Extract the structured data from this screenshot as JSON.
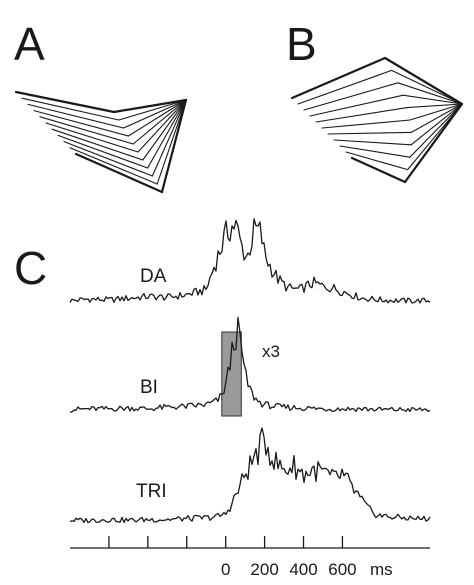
{
  "panels": {
    "a": {
      "letter": "A"
    },
    "b": {
      "letter": "B"
    },
    "c": {
      "letter": "C"
    }
  },
  "chart_data": {
    "type": "line",
    "xlabel": "ms",
    "x_ticks": [
      -600,
      -400,
      -200,
      0,
      200,
      400,
      600
    ],
    "x_tick_labels": [
      {
        "value": 0,
        "label": "0"
      },
      {
        "value": 200,
        "label": "200"
      },
      {
        "value": 400,
        "label": "400"
      },
      {
        "value": 600,
        "label": "600"
      }
    ],
    "x_unit_label": "ms",
    "xlim": [
      -800,
      1050
    ],
    "grid": false,
    "series": [
      {
        "name": "DA",
        "times": [
          -800,
          -700,
          -600,
          -500,
          -400,
          -300,
          -200,
          -100,
          -60,
          -20,
          0,
          20,
          50,
          80,
          110,
          150,
          180,
          200,
          230,
          270,
          320,
          380,
          450,
          500,
          550,
          600,
          650,
          700,
          800,
          900,
          1000,
          1050
        ],
        "amplitude": [
          0.05,
          0.07,
          0.06,
          0.08,
          0.1,
          0.09,
          0.12,
          0.18,
          0.45,
          0.7,
          0.82,
          0.9,
          0.95,
          0.7,
          0.55,
          0.9,
          0.85,
          0.6,
          0.45,
          0.3,
          0.2,
          0.18,
          0.26,
          0.22,
          0.2,
          0.16,
          0.12,
          0.08,
          0.06,
          0.05,
          0.05,
          0.05
        ]
      },
      {
        "name": "BI",
        "gain": "x3",
        "times": [
          -800,
          -700,
          -600,
          -500,
          -400,
          -300,
          -200,
          -100,
          -50,
          -20,
          0,
          20,
          40,
          60,
          80,
          100,
          130,
          160,
          200,
          250,
          300,
          400,
          500,
          600,
          700,
          800,
          900,
          1000,
          1050
        ],
        "amplitude": [
          0.04,
          0.05,
          0.05,
          0.06,
          0.05,
          0.07,
          0.08,
          0.1,
          0.14,
          0.2,
          0.35,
          0.55,
          0.85,
          1.0,
          0.8,
          0.45,
          0.25,
          0.15,
          0.1,
          0.08,
          0.07,
          0.06,
          0.05,
          0.05,
          0.05,
          0.04,
          0.04,
          0.04,
          0.04
        ]
      },
      {
        "name": "TRI",
        "times": [
          -800,
          -700,
          -600,
          -500,
          -400,
          -300,
          -200,
          -100,
          -50,
          0,
          50,
          100,
          150,
          200,
          250,
          300,
          350,
          400,
          450,
          500,
          550,
          600,
          650,
          700,
          750,
          800,
          900,
          1000,
          1050
        ],
        "amplitude": [
          0.03,
          0.03,
          0.04,
          0.03,
          0.04,
          0.04,
          0.05,
          0.06,
          0.07,
          0.1,
          0.3,
          0.55,
          0.75,
          0.95,
          0.7,
          0.6,
          0.65,
          0.55,
          0.6,
          0.58,
          0.5,
          0.55,
          0.4,
          0.25,
          0.12,
          0.08,
          0.06,
          0.05,
          0.05
        ]
      }
    ],
    "analysis_window": {
      "x_start": -20,
      "x_end": 80,
      "series": "BI"
    }
  }
}
